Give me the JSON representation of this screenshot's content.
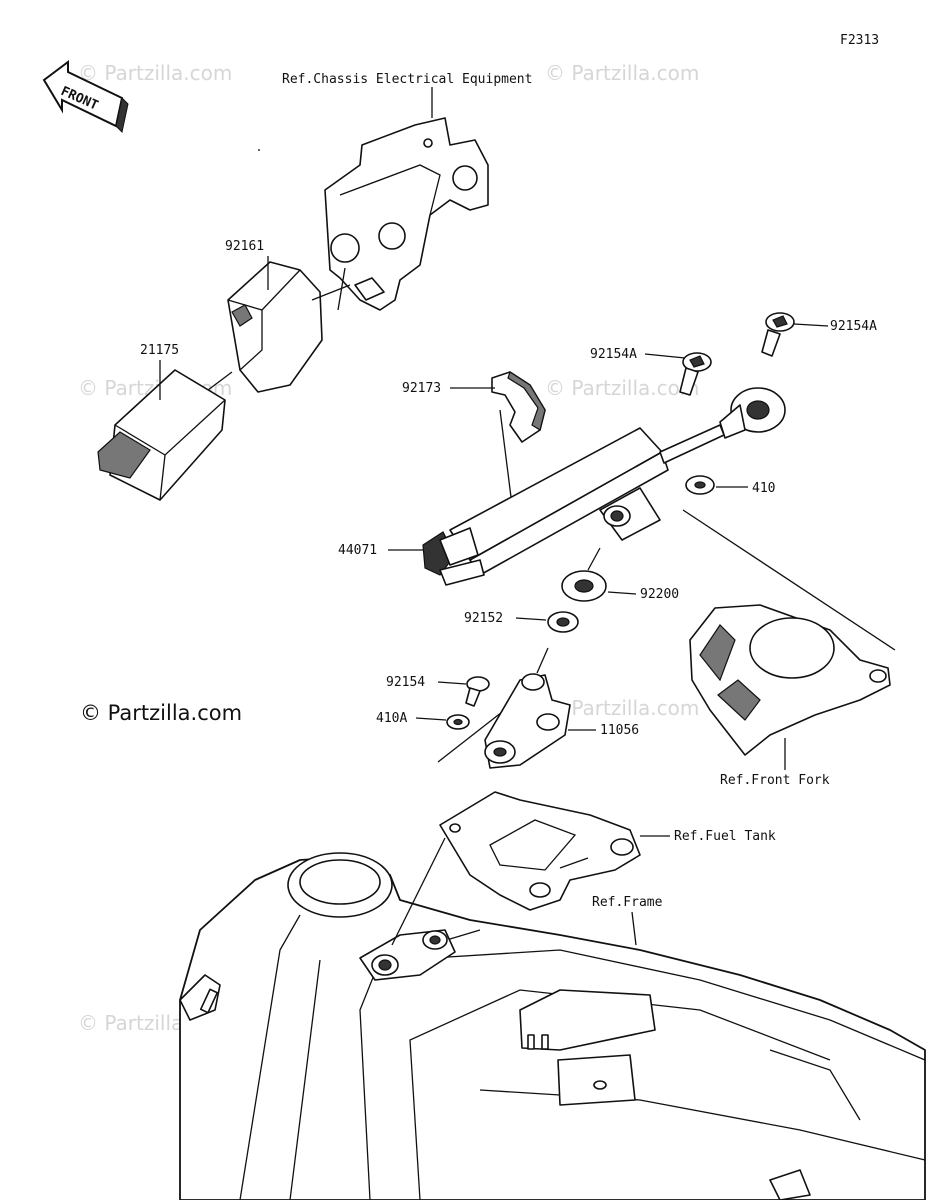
{
  "figure_code": "F2313",
  "copyright": "© Partzilla.com",
  "watermark": "© Partzilla.com",
  "front_label": "FRONT",
  "references": {
    "chassis_electrical": "Ref.Chassis Electrical Equipment",
    "front_fork": "Ref.Front Fork",
    "fuel_tank": "Ref.Fuel Tank",
    "frame": "Ref.Frame"
  },
  "parts": {
    "p92161": "92161",
    "p21175": "21175",
    "p92173": "92173",
    "p92154A_left": "92154A",
    "p92154A_right": "92154A",
    "p410": "410",
    "p44071": "44071",
    "p92200": "92200",
    "p92152": "92152",
    "p92154": "92154",
    "p410A": "410A",
    "p11056": "11056"
  }
}
